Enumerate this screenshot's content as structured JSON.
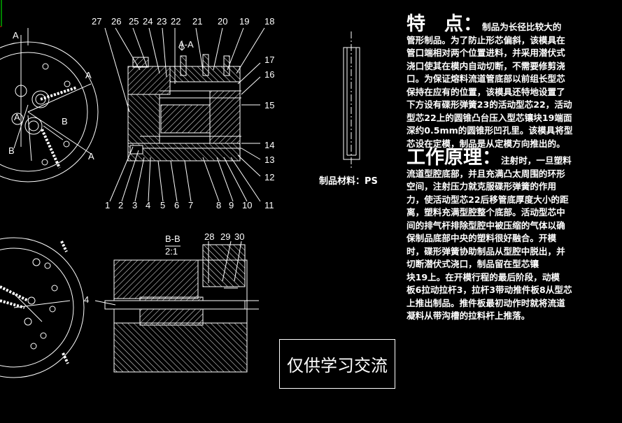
{
  "drawing": {
    "top_part_numbers": [
      "27",
      "26",
      "25",
      "24",
      "23",
      "22",
      "21",
      "20",
      "19",
      "18"
    ],
    "right_part_numbers": [
      "17",
      "16",
      "15",
      "14",
      "13",
      "12",
      "11"
    ],
    "bottom_part_numbers": [
      "1",
      "2",
      "3",
      "4",
      "5",
      "6",
      "7",
      "8",
      "9",
      "10"
    ],
    "section_aa": "A-A",
    "section_bb": "B-B",
    "scale": "2:1",
    "lower_part_numbers": [
      "28",
      "29",
      "30"
    ],
    "lower_left_number": "4",
    "view_labels": [
      "A",
      "A",
      "B",
      "B",
      "A",
      "A"
    ]
  },
  "product_material": "制品材料：PS",
  "features": {
    "heading": "特　点：",
    "lead": "制品为长径比较大的",
    "lines": [
      "管形制品。为了防止形芯偏斜，该模具在",
      "管口端相对两个位置进料，并采用潜伏式",
      "浇口使其在模内自动切断，不需要修剪浇",
      "口。为保证熔料流道管底部以前组长型芯",
      "保持在应有的位置，该模具还特地设置了",
      "下方设有碟形弹簧23的活动型芯22，活动",
      "型芯22上的圆锥凸台压入型芯镶块19端面",
      "深约0.5mm的圆锥形凹孔里。该模具将型",
      "芯设在定模，制品是从定模方向推出的。"
    ]
  },
  "principle": {
    "heading": "工作原理：",
    "lead": "注射时，一旦塑料",
    "lines": [
      "流道型腔底部，并且充满凸太周围的环形",
      "空间，注射压力就克服碟形弹簧的作用",
      "力，使活动型芯22后移管底厚度大小的距",
      "离，塑料充满型腔整个底部。活动型芯中",
      "间的排气杆排除型腔中被压缩的气体以确",
      "保制品底部中央的塑料很好融合。开模",
      "时，碟形弹簧协助制品从型腔中脱出，并",
      "切断潜伏式浇口，制品留在型芯镶",
      "块19上。在开模行程的最后阶段，动模",
      "板6拉动拉杆3，拉杆3带动推件板8从型芯",
      "上推出制品。推件板最初动作时就将流道",
      "凝料从带沟槽的拉料杆上推落。"
    ]
  },
  "watermark": "仅供学习交流"
}
